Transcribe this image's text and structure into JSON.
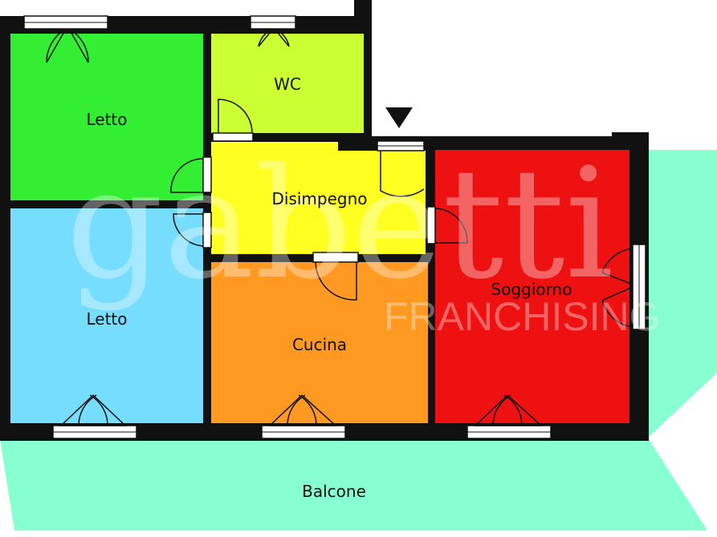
{
  "rooms": {
    "letto_top": "Letto",
    "wc": "WC",
    "disimpegno": "Disimpegno",
    "letto_bottom": "Letto",
    "cucina": "Cucina",
    "soggiorno": "Soggiorno",
    "balcone": "Balcone"
  },
  "watermark": {
    "brand": "gabetti",
    "sub": "FRANCHISING"
  },
  "colors": {
    "letto_top": "#33ee33",
    "wc": "#ccff33",
    "disimpegno": "#ffff22",
    "letto_bottom": "#77ddff",
    "cucina": "#ff9922",
    "soggiorno": "#ee1111",
    "balcone": "#88ffd0",
    "wall": "#111111"
  },
  "icons": {
    "entrance": "down-triangle-icon"
  }
}
